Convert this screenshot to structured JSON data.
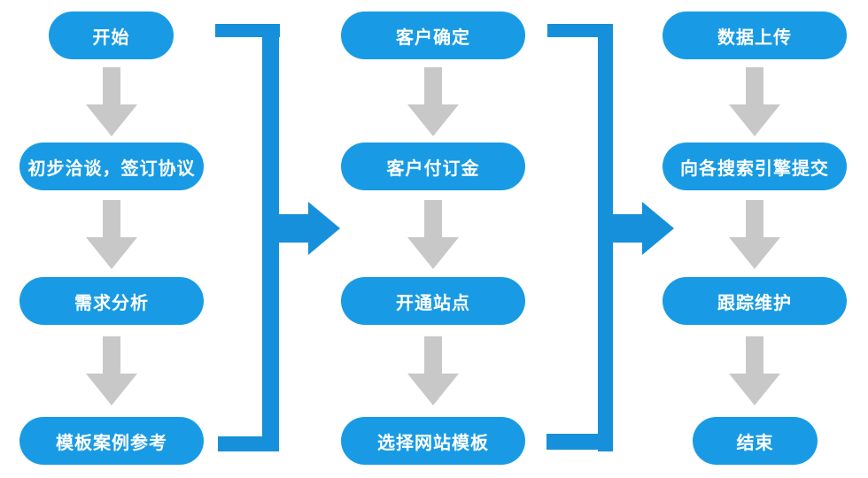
{
  "diagram": {
    "type": "flowchart",
    "direction": "three vertical phases linked left-to-right by bracket connectors"
  },
  "colors": {
    "node_blue": "#189BE4",
    "connector_blue": "#1690DA",
    "arrow_gray": "#C8C8C8",
    "text_white": "#FFFFFF",
    "page_bg": "#FFFFFF"
  },
  "icons": {
    "down_arrow": "gray block down-arrow between steps",
    "connector_right_arrow": "large blue right-pointing arrow on bracket connector"
  },
  "columns": [
    {
      "name": "phase-1",
      "nodes": [
        {
          "label": "开始"
        },
        {
          "label": "初步洽谈，签订协议"
        },
        {
          "label": "需求分析"
        },
        {
          "label": "模板案例参考"
        }
      ]
    },
    {
      "name": "phase-2",
      "nodes": [
        {
          "label": "客户确定"
        },
        {
          "label": "客户付订金"
        },
        {
          "label": "开通站点"
        },
        {
          "label": "选择网站模板"
        }
      ]
    },
    {
      "name": "phase-3",
      "nodes": [
        {
          "label": "数据上传"
        },
        {
          "label": "向各搜索引擎提交"
        },
        {
          "label": "跟踪维护"
        },
        {
          "label": "结束"
        }
      ]
    }
  ]
}
